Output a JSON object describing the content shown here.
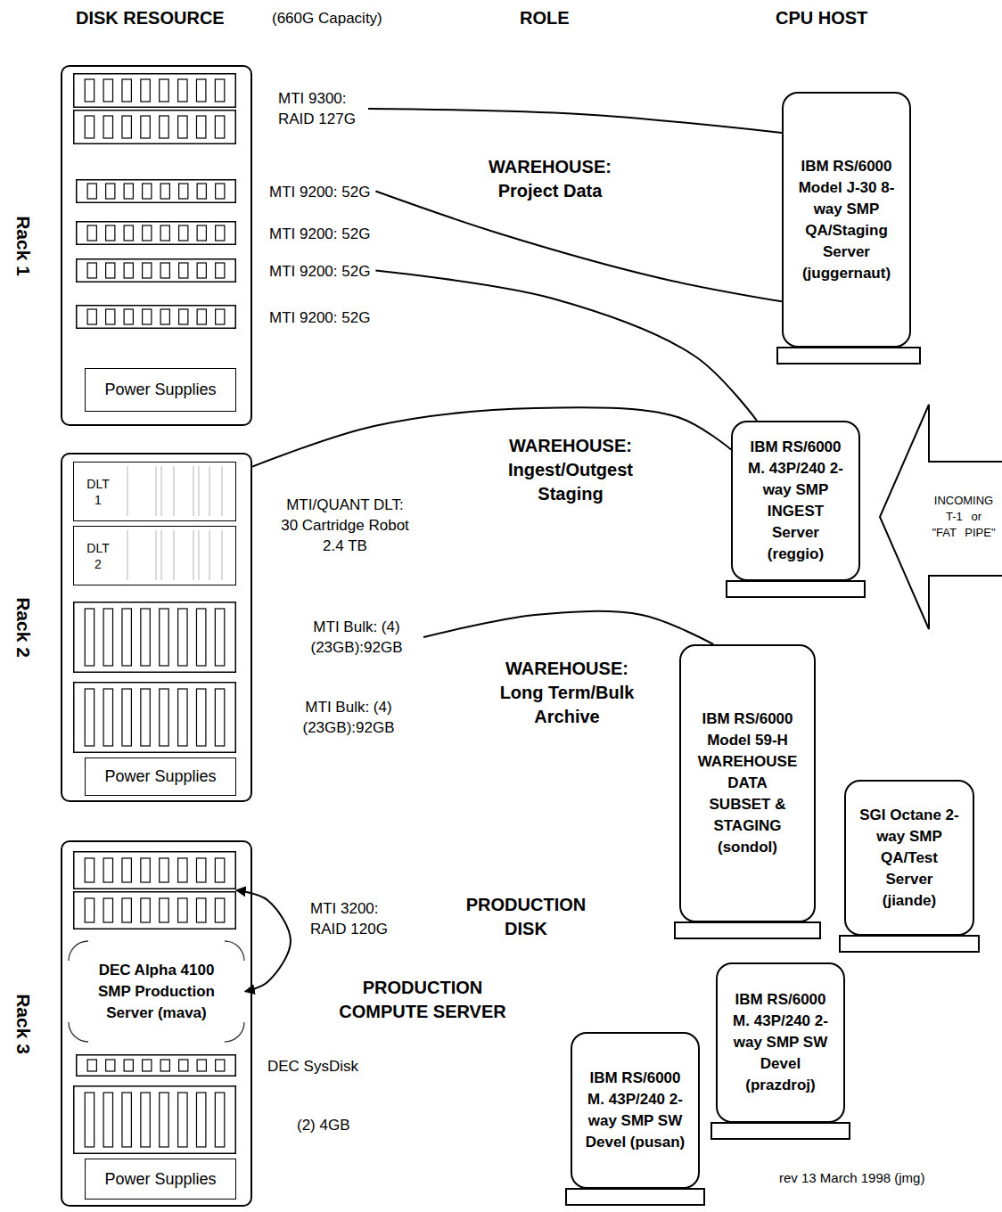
{
  "diagram": {
    "nodes": [
      {
        "text": [
          "Rack 1"
        ]
      },
      {
        "text": [
          "MTI 9300: RAID 127G"
        ],
        "in": 0
      },
      {
        "text": [
          "MTI 9200: 52G"
        ],
        "in": 0
      },
      {
        "text": [
          "MTI 9200: 52G"
        ],
        "in": 0
      },
      {
        "text": [
          "MTI 9200: 52G"
        ],
        "in": 0
      },
      {
        "text": [
          "MTI 9200: 52G"
        ],
        "in": 0
      },
      {
        "text": [
          "Power Supplies"
        ],
        "in": 0
      },
      {
        "text": [
          "Rack 2"
        ]
      },
      {
        "text": [
          "DLT 1"
        ],
        "in": 7
      },
      {
        "text": [
          "DLT 2"
        ],
        "in": 7
      },
      {
        "text": [
          "MTI Bulk: (4)(23GB):92GB"
        ],
        "in": 7
      },
      {
        "text": [
          "MTI Bulk: (4)(23GB):92GB"
        ],
        "in": 7
      },
      {
        "text": [
          "Power Supplies"
        ],
        "in": 7
      },
      {
        "text": [
          "Rack 3"
        ]
      },
      {
        "text": [
          "MTI 3200: RAID 120G"
        ],
        "in": 13
      },
      {
        "text": [
          "DEC Alpha 4100 SMP Production Server (mava)"
        ],
        "in": 13
      },
      {
        "text": [
          "DEC SysDisk"
        ],
        "in": 13
      },
      {
        "text": [
          "(2) 4GB"
        ],
        "in": 13
      },
      {
        "text": [
          "Power Supplies"
        ],
        "in": 13
      },
      {
        "text": [
          "IBM RS/6000 Model J-30 8-way SMP QA/Staging Server (juggernaut)"
        ]
      },
      {
        "text": [
          "IBM RS/6000 M. 43P/240 2-way SMP INGEST Server (reggio)"
        ]
      },
      {
        "text": [
          "INCOMING T-1 or \"FAT PIPE\""
        ]
      },
      {
        "text": [
          "IBM RS/6000 Model 59-H WAREHOUSE DATA SUBSET & STAGING (sondol)"
        ]
      },
      {
        "text": [
          "SGI Octane 2-way SMP QA/Test Server (jiande)"
        ]
      },
      {
        "text": [
          "IBM RS/6000 M. 43P/240 2-way SMP SW Devel (prazdroj)"
        ]
      },
      {
        "text": [
          "IBM RS/6000 M. 43P/240 2-way SMP SW Devel (pusan)"
        ]
      }
    ],
    "edges": [
      {
        "from": 1,
        "to": 19,
        "arrow": "none"
      },
      {
        "from": 2,
        "to": 19,
        "arrow": "none"
      },
      {
        "from": 4,
        "to": 20,
        "arrow": "none"
      },
      {
        "from": 7,
        "to": 20,
        "arrow": "none"
      },
      {
        "from": 10,
        "to": 22,
        "arrow": "none"
      },
      {
        "from": 14,
        "to": 15,
        "arrow": "both"
      }
    ],
    "labels": [
      "DISK RESOURCE",
      "(660G Capacity)",
      "ROLE",
      "CPU HOST",
      "WAREHOUSE: Project Data",
      "WAREHOUSE: Ingest/Outgest Staging",
      "MTI/QUANT DLT: 30 Cartridge Robot 2.4 TB",
      "WAREHOUSE: Long Term/Bulk Archive",
      "PRODUCTION DISK",
      "PRODUCTION COMPUTE SERVER",
      "rev 13 March 1998 (jmg)"
    ]
  }
}
